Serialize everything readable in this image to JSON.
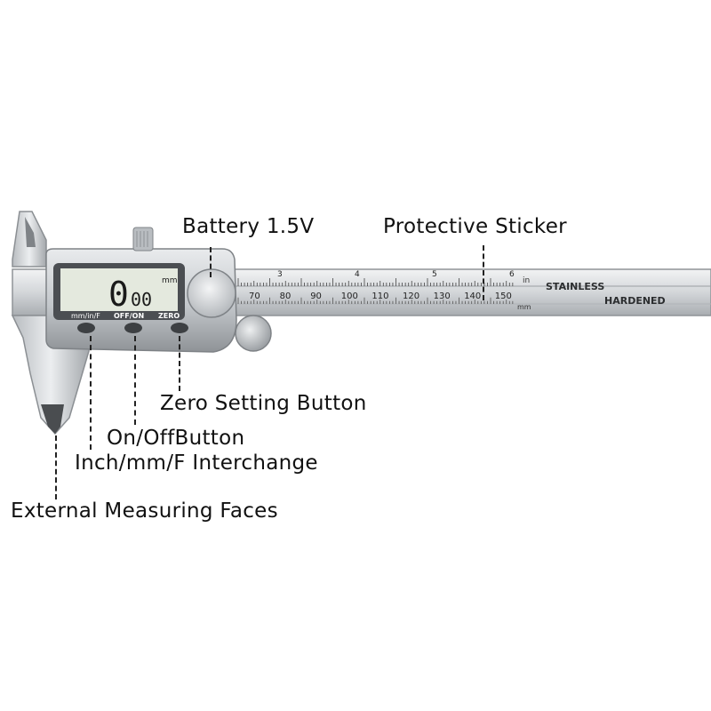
{
  "labels": {
    "battery": "Battery 1.5V",
    "sticker": "Protective Sticker",
    "zero": "Zero Setting Button",
    "onoff": "On/OffButton",
    "inch": "Inch/mm/F Interchange",
    "faces": "External Measuring Faces"
  },
  "device": {
    "display_main": "0",
    "display_sub": "00",
    "display_unit": "mm",
    "btn_mode": "mm/in/F",
    "btn_onoff": "OFF/ON",
    "btn_zero": "ZERO",
    "mm_ticks": [
      "70",
      "80",
      "90",
      "100",
      "110",
      "120",
      "130",
      "140",
      "150"
    ],
    "inch_ticks": [
      "3",
      "4",
      "5",
      "6"
    ],
    "unit_in": "in",
    "unit_mm": "mm",
    "stainless": "STAINLESS",
    "hardened": "HARDENED"
  },
  "colors": {
    "steel": "#d8dadc",
    "steel_dark": "#9ea2a6",
    "lcd": "#e6ebe0",
    "body": "#c9ccd0"
  }
}
